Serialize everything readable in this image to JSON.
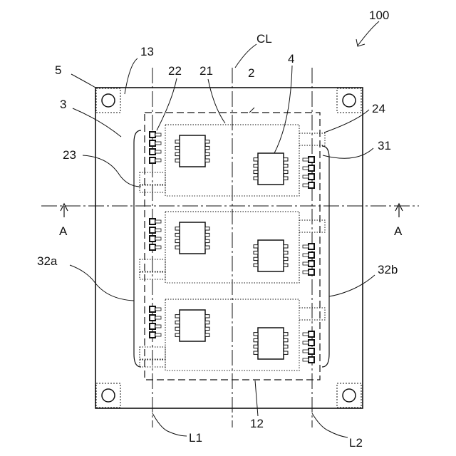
{
  "figure": {
    "number": "100",
    "labels": {
      "board_edge": "5",
      "mount_hole": "13",
      "substrate": "3",
      "lead_row": "22",
      "module_outline": "21",
      "center_line_label": "CL",
      "module_group": "2",
      "chip": "4",
      "terminal": "24",
      "bus_right": "31",
      "tab_left": "23",
      "section_left": "A",
      "section_right": "A",
      "rail_left": "32a",
      "rail_right": "32b",
      "base_area": "12",
      "line_left": "L1",
      "line_right": "L2"
    }
  }
}
